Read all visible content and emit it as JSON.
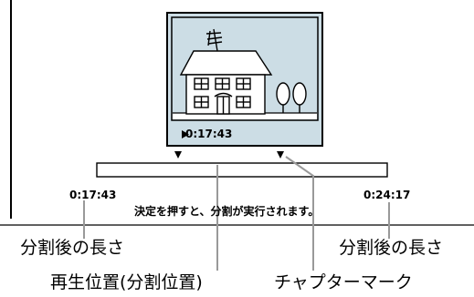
{
  "screen": {
    "playback_icon": "play-triangle-icon",
    "time": "0:17:43"
  },
  "timeline": {
    "start_time": "0:17:43",
    "end_time": "0:24:17",
    "instruction": "決定を押すと、分割が実行されます。"
  },
  "callouts": {
    "length_left": "分割後の長さ",
    "length_right": "分割後の長さ",
    "playback_position": "再生位置(分割位置)",
    "chapter_mark": "チャプターマーク"
  },
  "colors": {
    "screen_background": "#ccdde5",
    "screen_sky_border": "#000000",
    "ground": "#ffffff",
    "line": "#000000",
    "leader": "#999999"
  }
}
